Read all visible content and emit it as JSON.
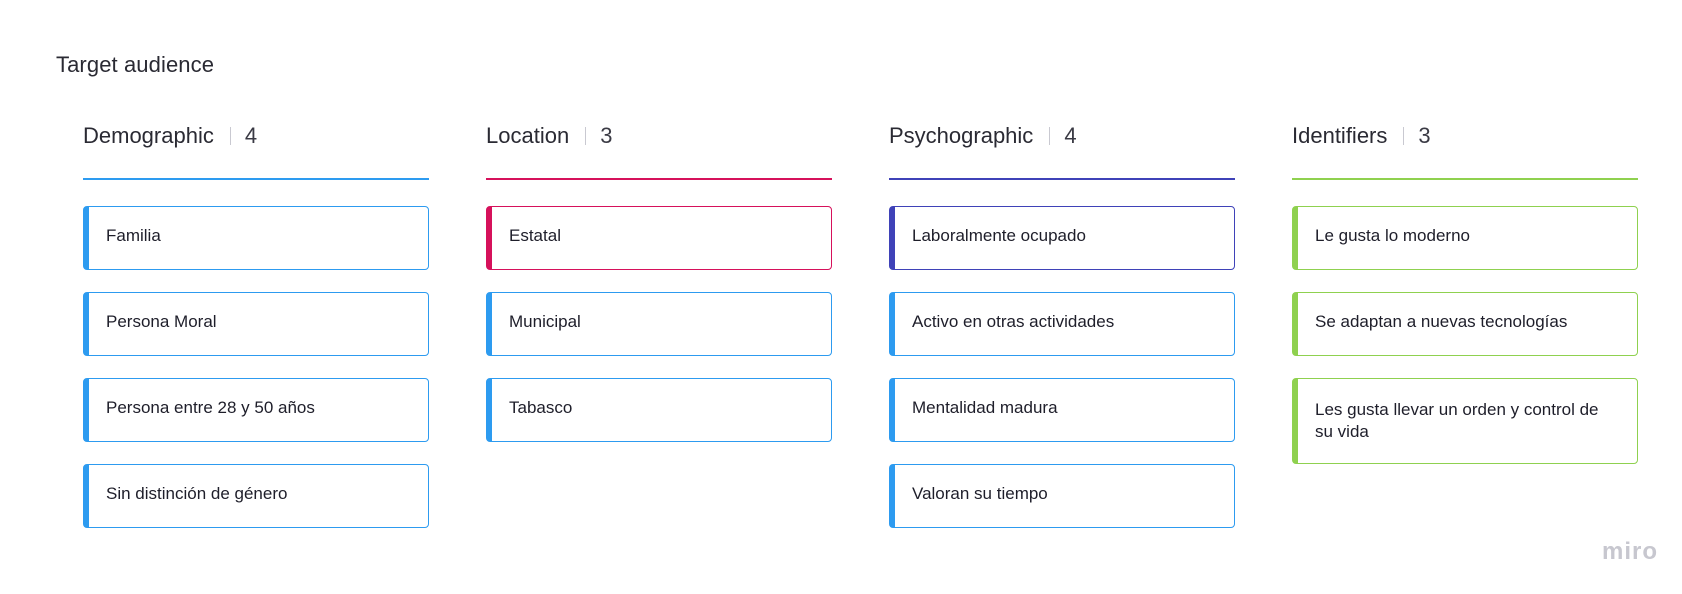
{
  "board": {
    "title": "Target audience",
    "logo_text": "miro"
  },
  "columns": [
    {
      "title": "Demographic",
      "count": "4",
      "accent": "#2d9bf0",
      "cards": [
        {
          "text": "Familia",
          "color": "#2d9bf0"
        },
        {
          "text": "Persona Moral",
          "color": "#2d9bf0"
        },
        {
          "text": "Persona entre 28 y 50 años",
          "color": "#2d9bf0"
        },
        {
          "text": "Sin distinción de género",
          "color": "#2d9bf0"
        }
      ]
    },
    {
      "title": "Location",
      "count": "3",
      "accent": "#d6115b",
      "cards": [
        {
          "text": "Estatal",
          "color": "#d6115b"
        },
        {
          "text": "Municipal",
          "color": "#2d9bf0"
        },
        {
          "text": "Tabasco",
          "color": "#2d9bf0"
        }
      ]
    },
    {
      "title": "Psychographic",
      "count": "4",
      "accent": "#3f42b8",
      "cards": [
        {
          "text": "Laboralmente ocupado",
          "color": "#3f42b8"
        },
        {
          "text": "Activo en otras actividades",
          "color": "#2d9bf0"
        },
        {
          "text": "Mentalidad madura",
          "color": "#2d9bf0"
        },
        {
          "text": "Valoran su tiempo",
          "color": "#2d9bf0"
        }
      ]
    },
    {
      "title": "Identifiers",
      "count": "3",
      "accent": "#8fd14f",
      "cards": [
        {
          "text": "Le gusta lo moderno",
          "color": "#8fd14f"
        },
        {
          "text": "Se adaptan a nuevas tecnologías",
          "color": "#8fd14f"
        },
        {
          "text": "Les gusta llevar un orden y control de su vida",
          "color": "#8fd14f"
        }
      ]
    }
  ]
}
